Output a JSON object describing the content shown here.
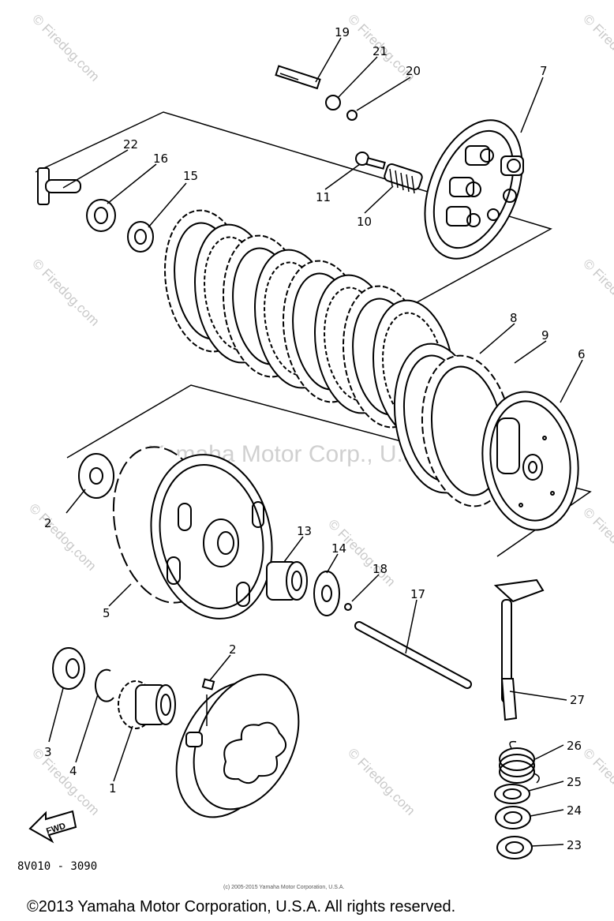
{
  "diagram": {
    "part_labels": [
      "19",
      "21",
      "20",
      "7",
      "22",
      "16",
      "15",
      "11",
      "10",
      "8",
      "9",
      "6",
      "2",
      "5",
      "13",
      "14",
      "18",
      "17",
      "27",
      "26",
      "25",
      "24",
      "23",
      "3",
      "4",
      "1"
    ],
    "watermark": "© Firedog.com",
    "center_watermark": "Yamaha Motor Corp., U.S.A.",
    "fwd_label": "FWD",
    "drawing_code": "8V010 - 3090",
    "small_copyright": "(c) 2005-2015 Yamaha Motor Corporation, U.S.A.",
    "copyright": "©2013 Yamaha Motor Corporation, U.S.A. All rights reserved."
  }
}
